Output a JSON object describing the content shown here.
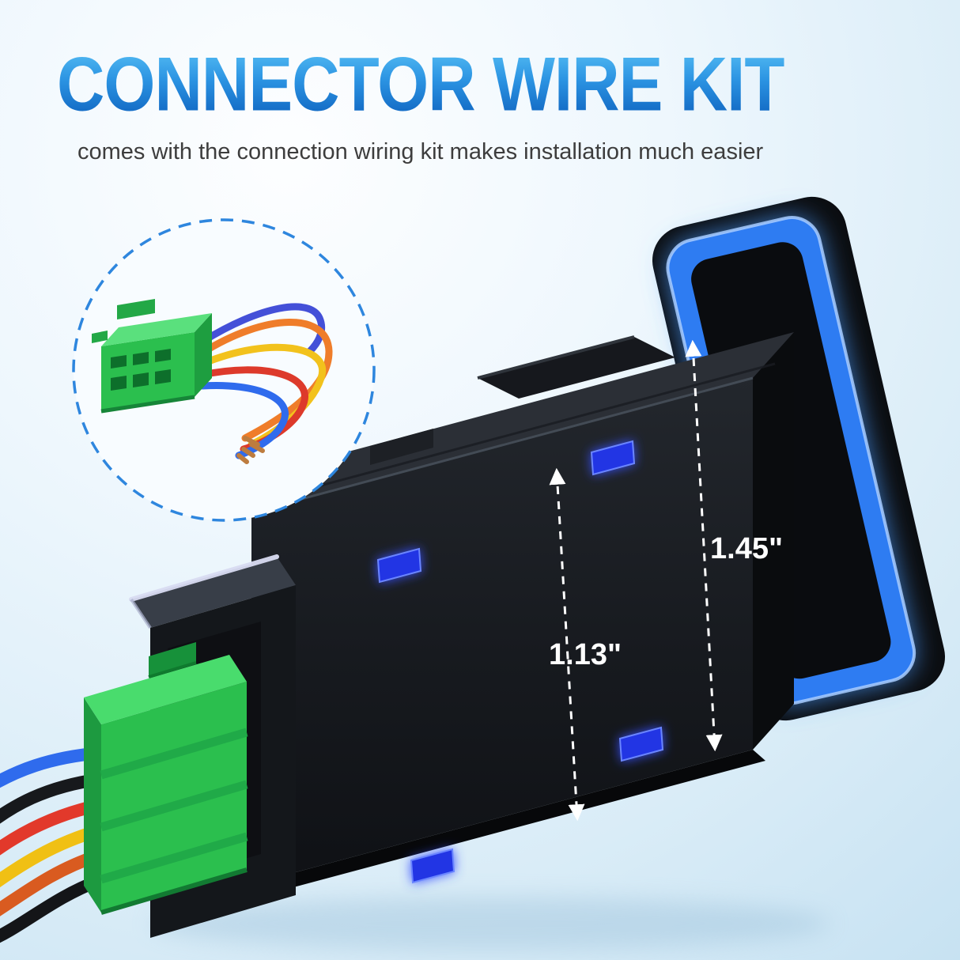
{
  "header": {
    "title": "CONNECTOR WIRE KIT",
    "subtitle": "comes with the connection wiring kit makes installation much easier"
  },
  "annotations": {
    "mount_height_label": "1.45\"",
    "mount_width_label": "1.13\""
  },
  "colors": {
    "title_gradient_top": "#58c0f5",
    "title_gradient_bottom": "#0d60bd",
    "subtitle_text": "#3d3d3d",
    "inset_border_blue": "#2e86de",
    "bezel_glow_blue": "#2d7bf2",
    "led_blue": "#2336e4",
    "switch_body_black": "#15181c",
    "connector_green": "#2bbf4e",
    "dimension_text": "#ffffff",
    "harness_wire_colors": [
      "#2f6bed",
      "#17191c",
      "#e2392b",
      "#f0c014",
      "#d95b20",
      "#141518"
    ],
    "inset_wire_colors": [
      "#ef7d2a",
      "#f2c21c",
      "#dd3a2b",
      "#2f6bed",
      "#4450d8"
    ]
  }
}
